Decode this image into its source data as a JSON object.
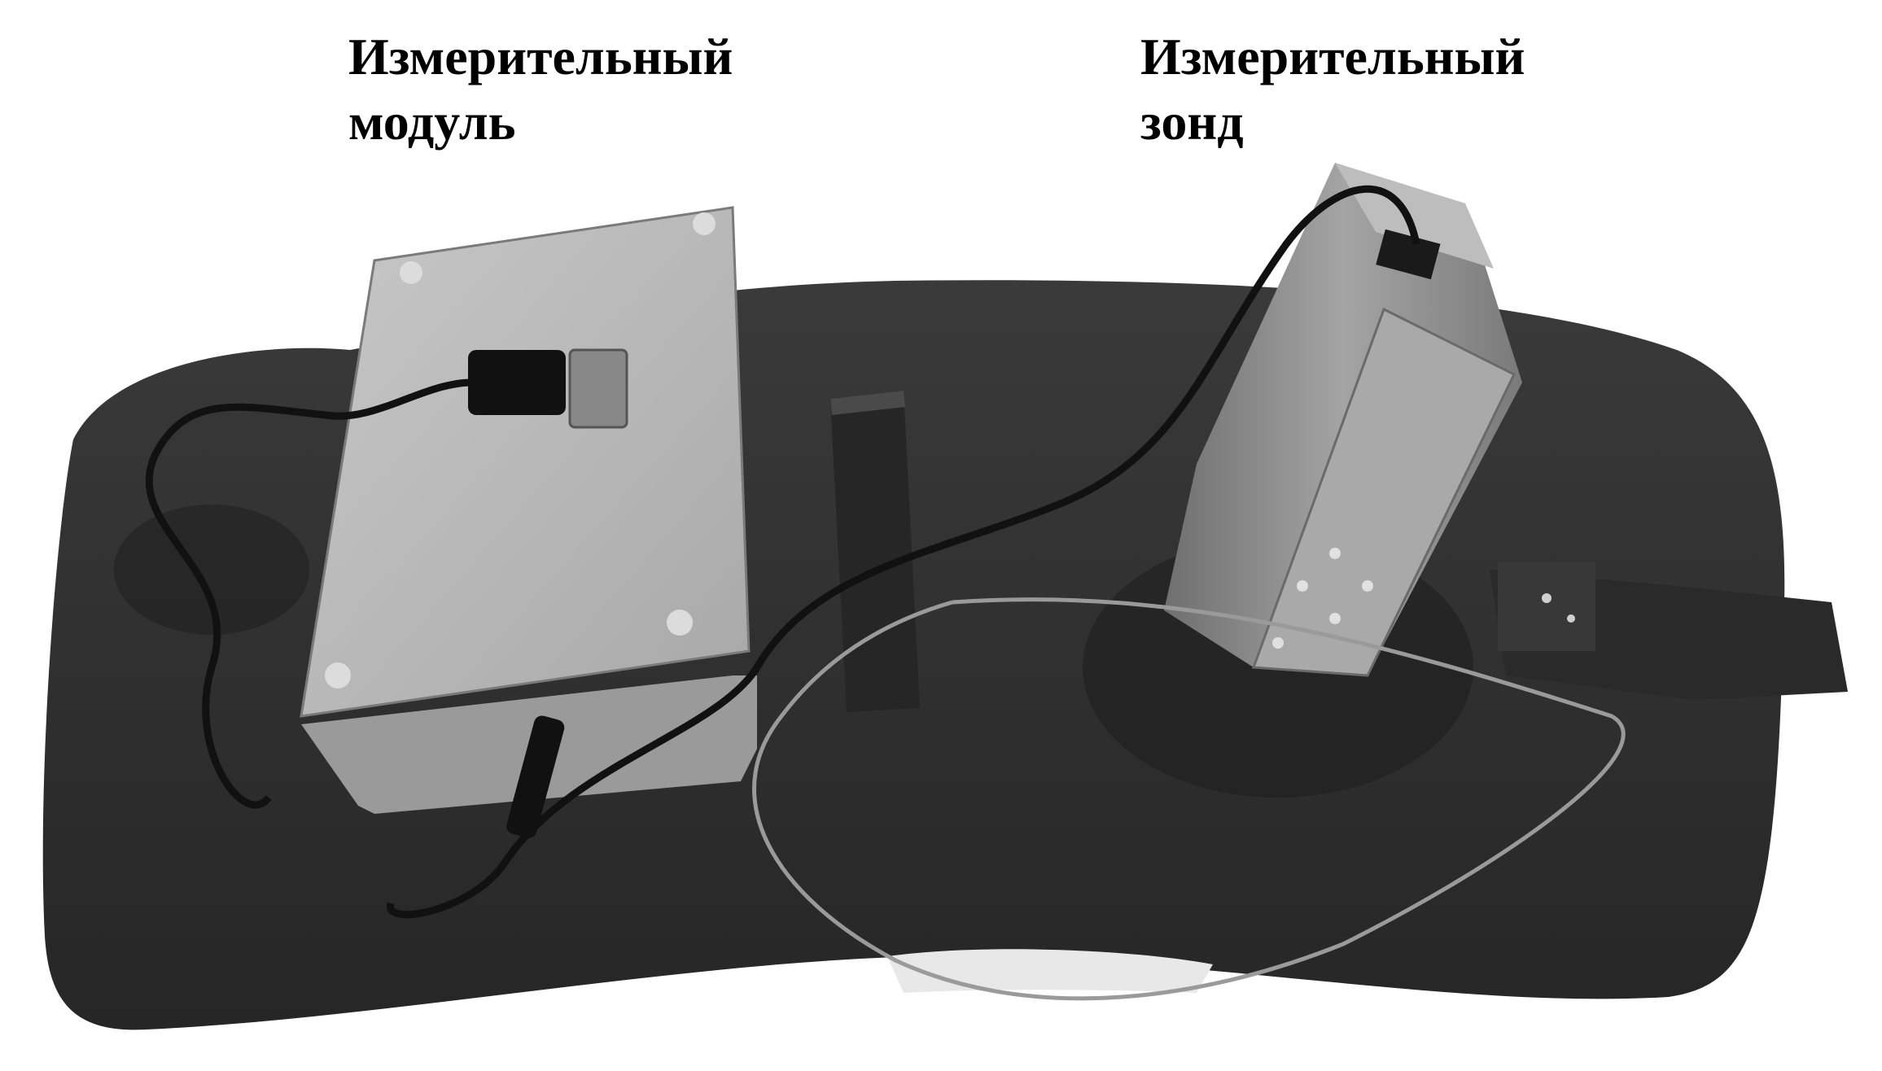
{
  "labels": {
    "module": {
      "line1": "Измерительный",
      "line2": "модуль"
    },
    "probe": {
      "line1": "Измерительный",
      "line2": "зонд"
    }
  },
  "palette": {
    "background": "#ffffff",
    "plate": "#2f2f2f",
    "module_box": "#b9b9b9",
    "probe_box": "#8e8e8e",
    "cable": "#111111",
    "text": "#000000"
  }
}
